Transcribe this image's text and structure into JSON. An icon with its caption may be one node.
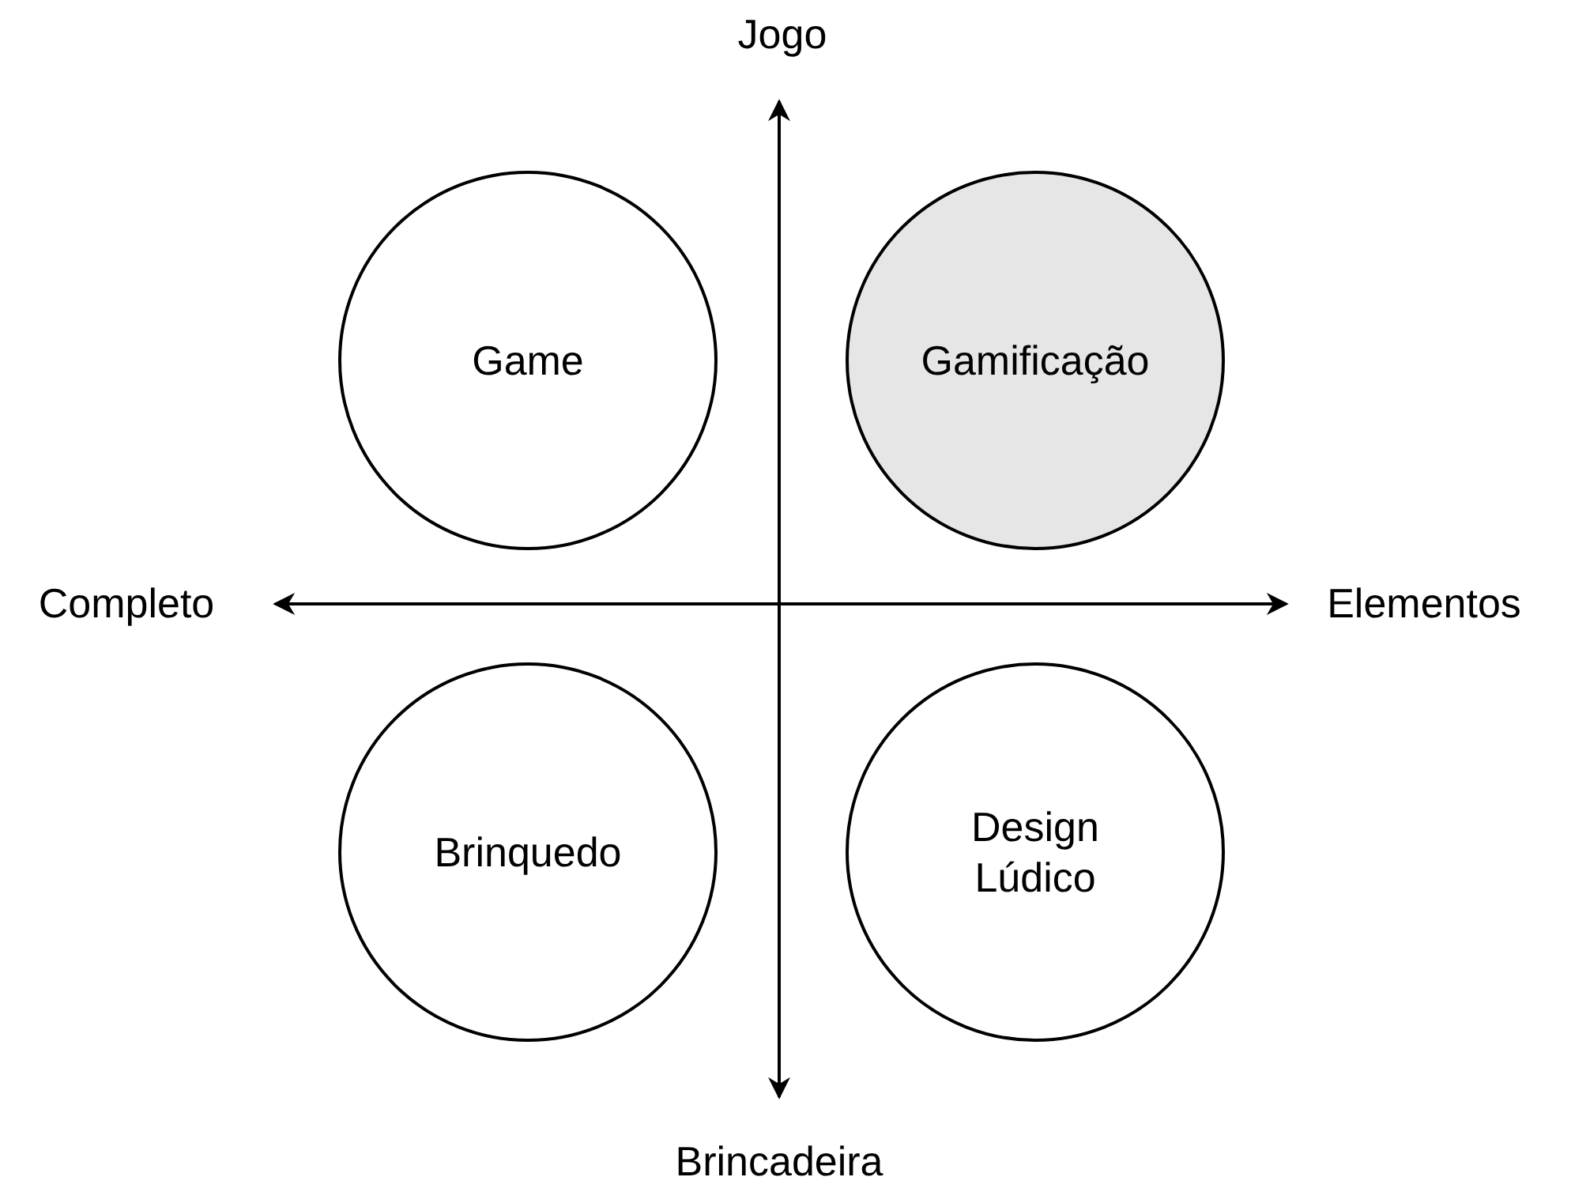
{
  "diagram": {
    "nodes": [
      {
        "text": [
          "Game"
        ]
      },
      {
        "text": [
          "Gamificação"
        ]
      },
      {
        "text": [
          "Brinquedo"
        ]
      },
      {
        "text": [
          "Design Lúdico"
        ]
      }
    ],
    "labels": [
      "Jogo",
      "Completo",
      "Elementos",
      "Brincadeira"
    ]
  }
}
